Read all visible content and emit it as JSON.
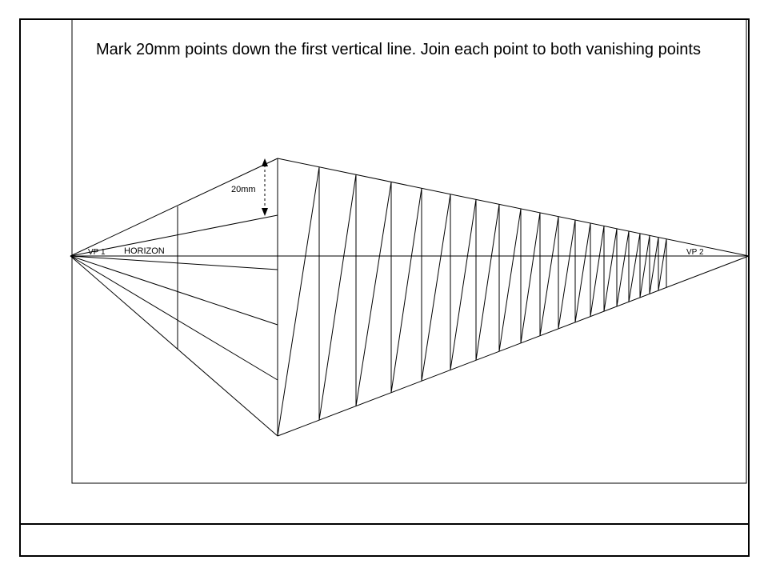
{
  "instruction": "Mark 20mm points down the first vertical line. Join each point to both vanishing points",
  "labels": {
    "vp1": "VP 1",
    "vp2": "VP 2",
    "horizon": "HORIZON",
    "dimension": "20mm"
  },
  "colors": {
    "line": "#000000",
    "background": "#ffffff"
  }
}
